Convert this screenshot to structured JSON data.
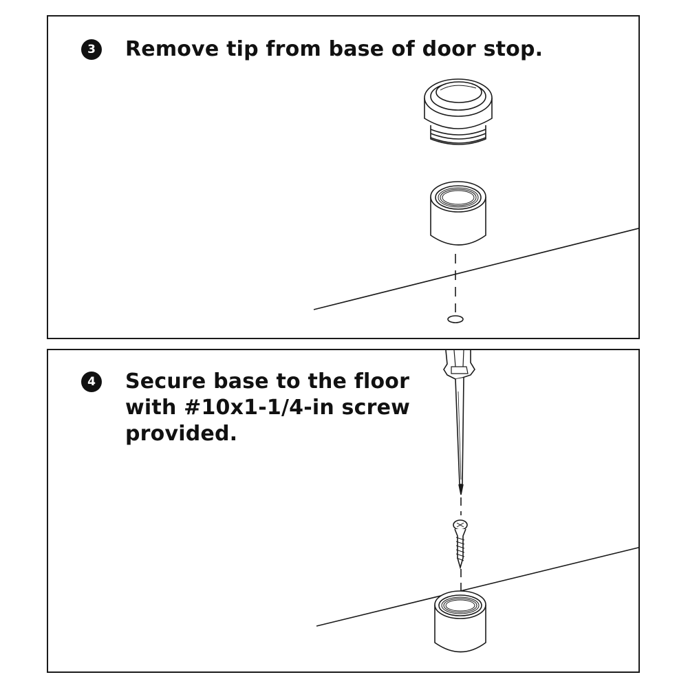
{
  "steps": [
    {
      "number": "3",
      "instruction": "Remove tip from base of door stop."
    },
    {
      "number": "4",
      "instruction_lines": [
        "Secure base to the floor",
        "with #10x1-1/4-in screw",
        "provided."
      ]
    }
  ],
  "colors": {
    "line": "#1a1a1a",
    "background": "#ffffff",
    "badge": "#111111"
  },
  "icons": [
    "door-stop-tip-icon",
    "door-stop-base-icon",
    "screwdriver-icon",
    "screw-icon",
    "floor-line-icon",
    "screw-hole-icon"
  ]
}
